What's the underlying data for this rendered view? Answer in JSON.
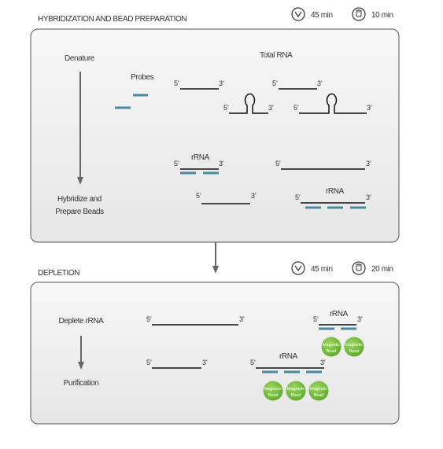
{
  "sections": [
    {
      "title": "HYBRIDIZATION AND BEAD PREPARATION",
      "times": [
        {
          "icon": "chevron-down-icon",
          "label": "45 min"
        },
        {
          "icon": "hand-icon",
          "label": "10 min"
        }
      ]
    },
    {
      "title": "DEPLETION",
      "times": [
        {
          "icon": "chevron-down-icon",
          "label": "45 min"
        },
        {
          "icon": "hand-icon",
          "label": "20 min"
        }
      ]
    }
  ],
  "steps": {
    "denature": "Denature",
    "hybridize": [
      "Hybridize and",
      "Prepare Beads"
    ],
    "deplete": "Deplete rRNA",
    "purification": "Purification"
  },
  "labels": {
    "probes": "Probes",
    "total_rna": "Total RNA",
    "rrna": "rRNA",
    "five_prime": "5'",
    "three_prime": "3'",
    "magnetic_bead": [
      "Magnetic",
      "Bead"
    ]
  },
  "colors": {
    "probe": "#4a8a9a",
    "bead": "#7dc241",
    "panel_fill": "#f0f0f0",
    "panel_border": "#555555",
    "arrow": "#666666"
  }
}
